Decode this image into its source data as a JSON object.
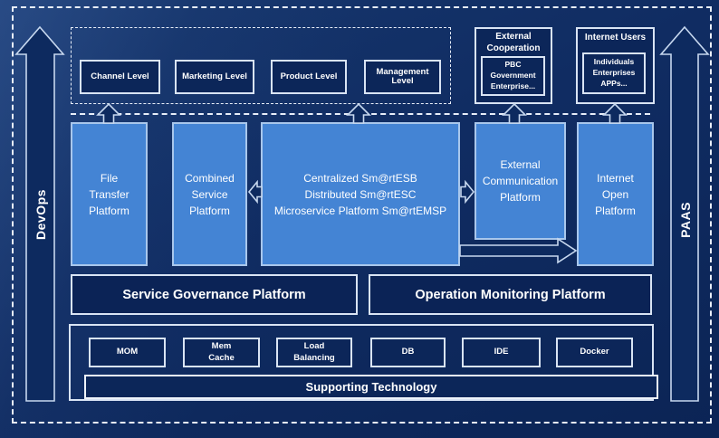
{
  "rails": {
    "devops": "DevOps",
    "paas": "PAAS"
  },
  "access_layer": {
    "levels": [
      "Channel Level",
      "Marketing Level",
      "Product Level",
      "Management Level"
    ],
    "external_cooperation": {
      "title": "External\nCooperation",
      "members": "PBC Government\nEnterprise..."
    },
    "internet_users": {
      "title": "Internet Users",
      "members": "Individuals\nEnterprises\nAPPs..."
    }
  },
  "platform_layer": {
    "file_transfer": "File\nTransfer\nPlatform",
    "combined_service": "Combined\nService\nPlatform",
    "esb_core": "Centralized Sm@rtESB\nDistributed Sm@rtESC\nMicroservice Platform Sm@rtEMSP",
    "external_communication": "External\nCommunication\nPlatform",
    "internet_open": "Internet\nOpen\nPlatform"
  },
  "governance_layer": {
    "service_governance": "Service Governance Platform",
    "operation_monitoring": "Operation Monitoring Platform"
  },
  "supporting_layer": {
    "technologies": [
      "MOM",
      "Mem\nCache",
      "Load\nBalancing",
      "DB",
      "IDE",
      "Docker"
    ],
    "banner": "Supporting Technology"
  },
  "colors": {
    "background_navy": "#0d2a5f",
    "panel_navy": "#0c2659",
    "platform_blue": "#4484d4",
    "line_light": "#e8eef9",
    "text": "#ffffff"
  }
}
